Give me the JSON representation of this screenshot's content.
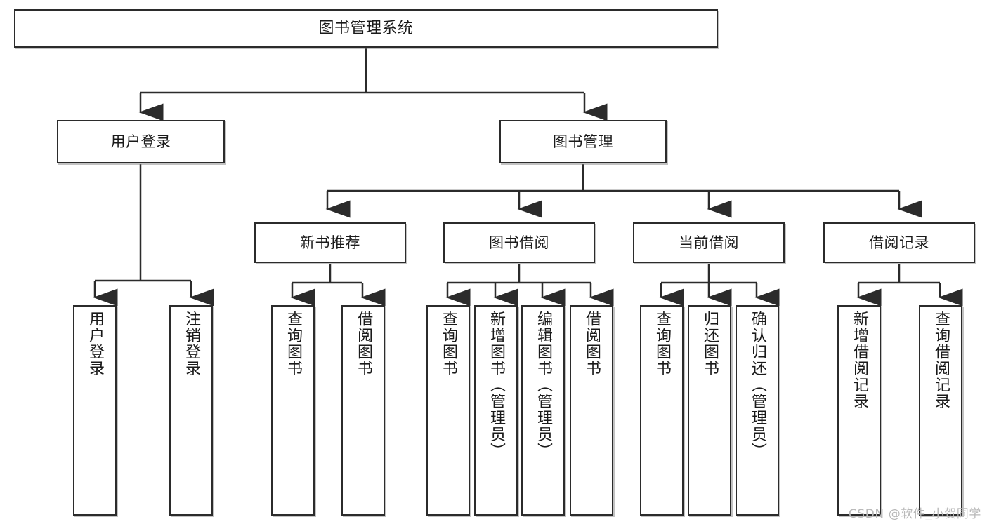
{
  "diagram": {
    "title": "图书管理系统",
    "type": "tree-structure-chart",
    "watermark": "CSDN @软件_小贺同学",
    "colors": {
      "box_border": "#2b2b2b",
      "box_fill": "#ffffff",
      "connector": "#2b2b2b",
      "watermark": "#b9b9b9",
      "background": "#ffffff"
    },
    "root": {
      "label": "图书管理系统"
    },
    "level2": [
      {
        "label": "用户登录"
      },
      {
        "label": "图书管理"
      }
    ],
    "level3": [
      {
        "label": "新书推荐"
      },
      {
        "label": "图书借阅"
      },
      {
        "label": "当前借阅"
      },
      {
        "label": "借阅记录"
      }
    ],
    "leaves": {
      "user_login": [
        {
          "label": "用户登录"
        },
        {
          "label": "注销登录"
        }
      ],
      "new_book_recommend": [
        {
          "label": "查询图书"
        },
        {
          "label": "借阅图书"
        }
      ],
      "book_borrow": [
        {
          "label": "查询图书"
        },
        {
          "label": "新增图书（管理员）"
        },
        {
          "label": "编辑图书（管理员）"
        },
        {
          "label": "借阅图书"
        }
      ],
      "current_borrow": [
        {
          "label": "查询图书"
        },
        {
          "label": "归还图书"
        },
        {
          "label": "确认归还（管理员）"
        }
      ],
      "borrow_record": [
        {
          "label": "新增借阅记录"
        },
        {
          "label": "查询借阅记录"
        }
      ]
    }
  }
}
